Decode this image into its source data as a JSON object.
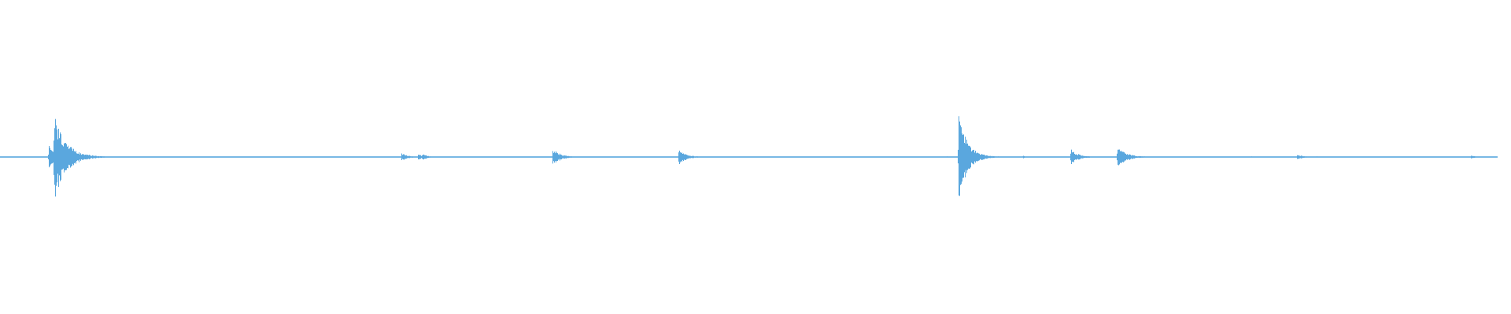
{
  "waveform": {
    "color": "#5aa7de",
    "background": "#ffffff",
    "duration": 1.0,
    "baseline_noise": 0.012,
    "events": [
      {
        "t": 0.0325,
        "peak": 0.3,
        "decay": 0.004
      },
      {
        "t": 0.036,
        "peak": 0.98,
        "decay": 0.008
      },
      {
        "t": 0.268,
        "peak": 0.1,
        "decay": 0.004
      },
      {
        "t": 0.279,
        "peak": 0.08,
        "decay": 0.003
      },
      {
        "t": 0.282,
        "peak": 0.09,
        "decay": 0.003
      },
      {
        "t": 0.369,
        "peak": 0.2,
        "decay": 0.005
      },
      {
        "t": 0.453,
        "peak": 0.18,
        "decay": 0.005
      },
      {
        "t": 0.64,
        "peak": 1.0,
        "decay": 0.006
      },
      {
        "t": 0.683,
        "peak": 0.04,
        "decay": 0.001
      },
      {
        "t": 0.715,
        "peak": 0.18,
        "decay": 0.005
      },
      {
        "t": 0.746,
        "peak": 0.25,
        "decay": 0.006
      },
      {
        "t": 0.866,
        "peak": 0.07,
        "decay": 0.004
      },
      {
        "t": 0.982,
        "peak": 0.04,
        "decay": 0.003
      }
    ]
  }
}
